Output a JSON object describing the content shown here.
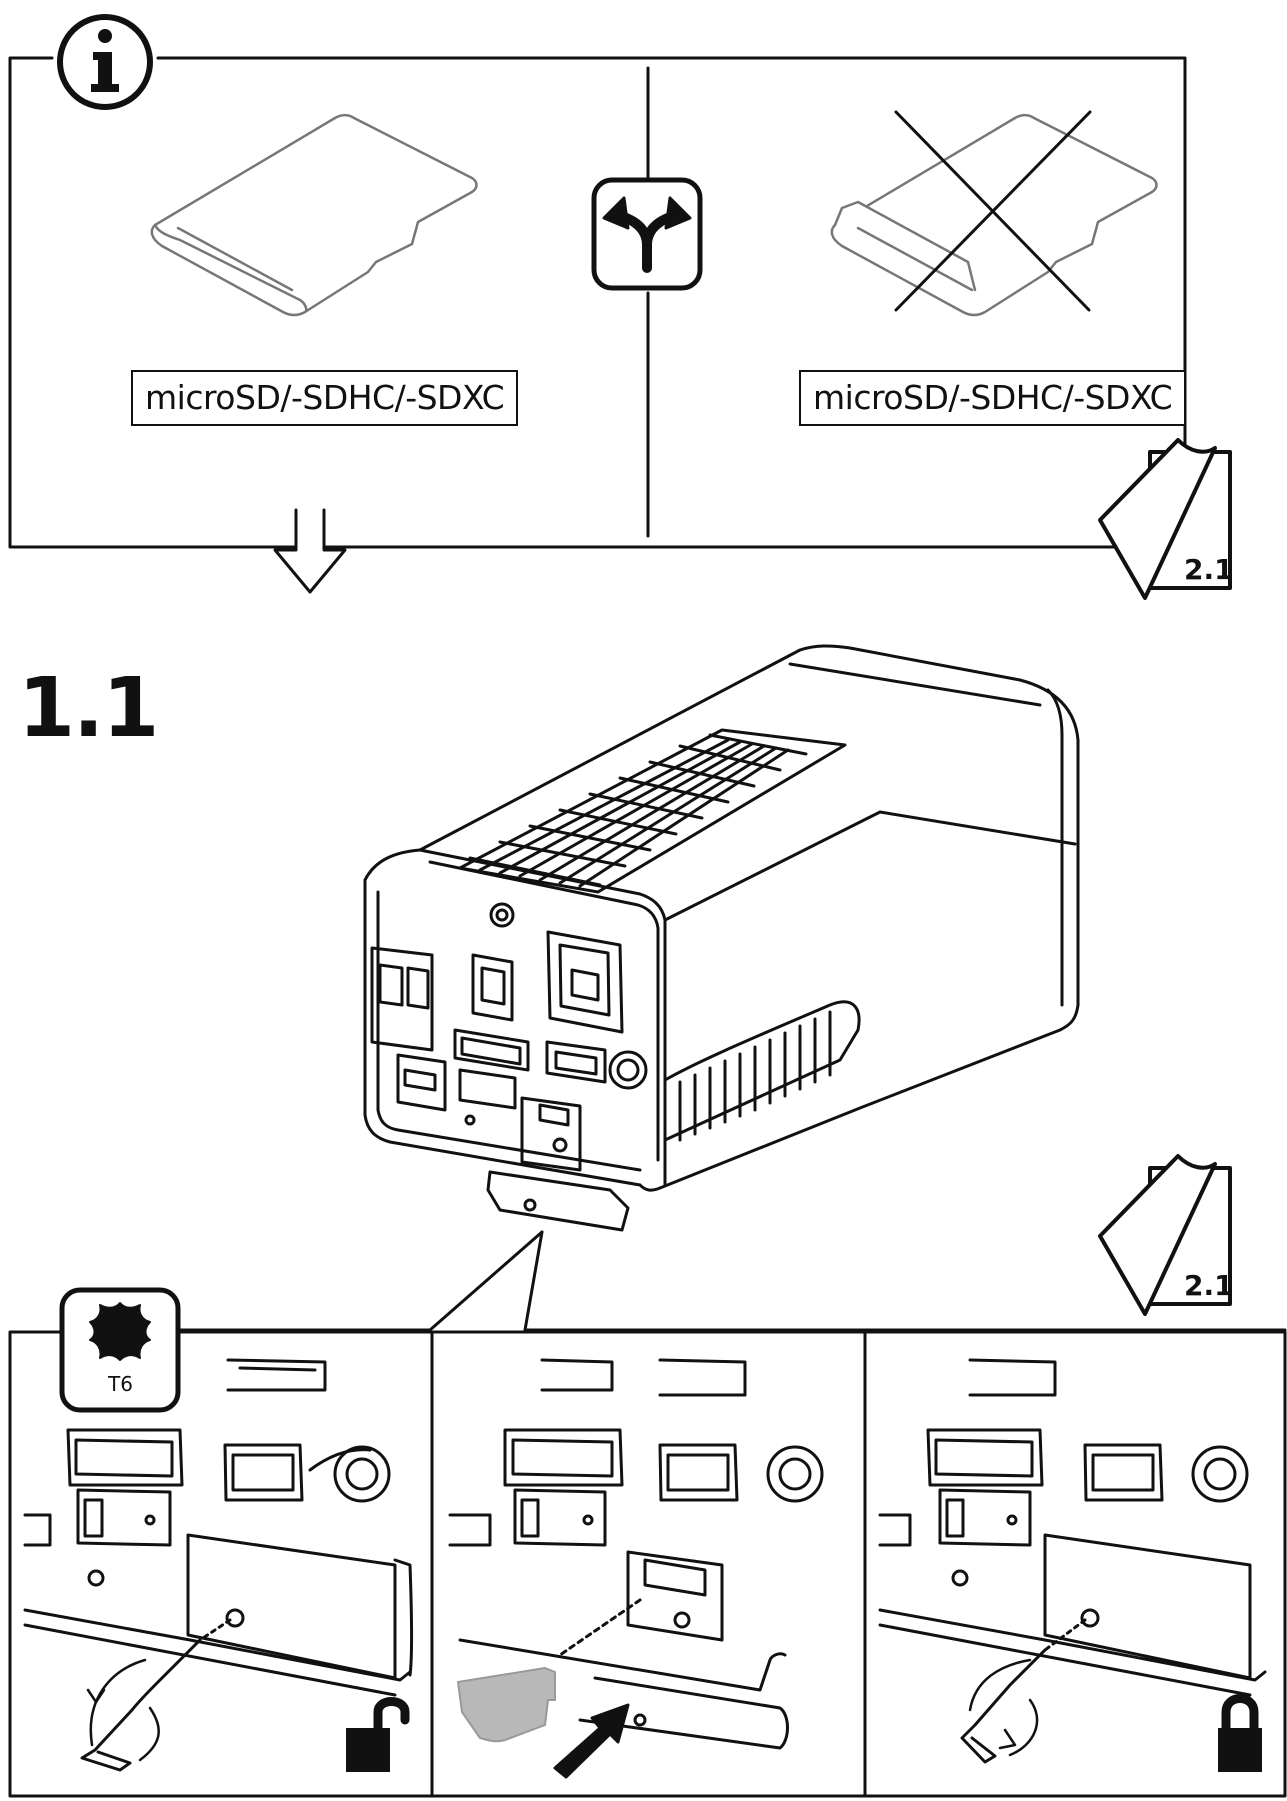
{
  "info_panel": {
    "card_label_ok": "microSD/-SDHC/-SDXC",
    "card_label_bad": "microSD/-SDHC/-SDXC"
  },
  "page_refs": [
    "2.1",
    "2.1"
  ],
  "step": {
    "number": "1.1"
  },
  "tool": {
    "label": "T6"
  },
  "icons": [
    "info-icon",
    "fork-arrow-icon",
    "down-arrow-icon",
    "page-turn-icon",
    "torx-bit-icon",
    "unlock-icon",
    "lock-icon"
  ]
}
